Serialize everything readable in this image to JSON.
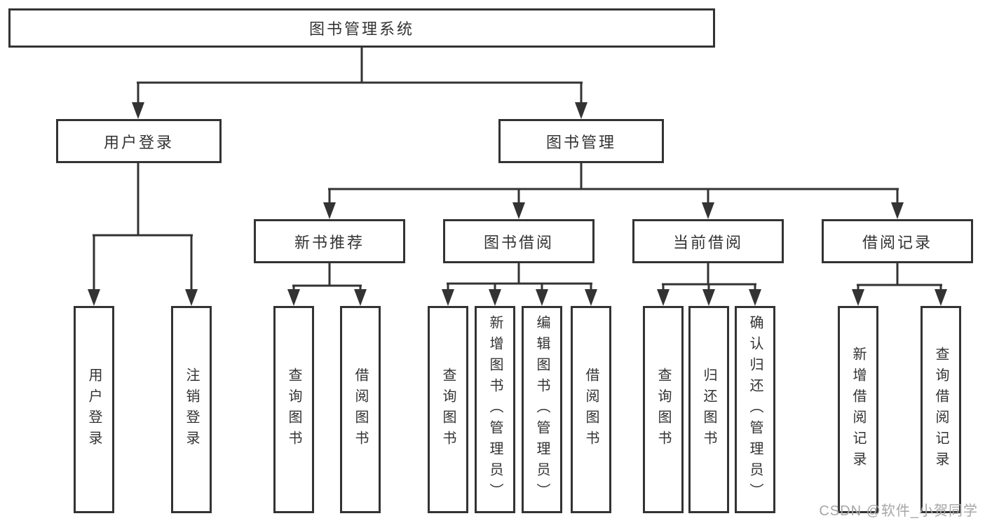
{
  "colors": {
    "line": "#333333",
    "box_border": "#333333",
    "box_fill": "#ffffff",
    "text": "#333333",
    "watermark_text_color": "#a6a6a6",
    "background": "#ffffff"
  },
  "tree": {
    "label": "图书管理系统",
    "children": [
      {
        "label": "用户登录",
        "children": [
          {
            "label": "用户登录"
          },
          {
            "label": "注销登录"
          }
        ]
      },
      {
        "label": "图书管理",
        "children": [
          {
            "label": "新书推荐",
            "children": [
              {
                "label": "查询图书"
              },
              {
                "label": "借阅图书"
              }
            ]
          },
          {
            "label": "图书借阅",
            "children": [
              {
                "label": "查询图书"
              },
              {
                "label": "新增图书（管理员）"
              },
              {
                "label": "编辑图书（管理员）"
              },
              {
                "label": "借阅图书"
              }
            ]
          },
          {
            "label": "当前借阅",
            "children": [
              {
                "label": "查询图书"
              },
              {
                "label": "归还图书"
              },
              {
                "label": "确认归还（管理员）"
              }
            ]
          },
          {
            "label": "借阅记录",
            "children": [
              {
                "label": "新增借阅记录"
              },
              {
                "label": "查询借阅记录"
              }
            ]
          }
        ]
      }
    ]
  },
  "watermark": {
    "text": "CSDN @软件_小贺同学"
  }
}
